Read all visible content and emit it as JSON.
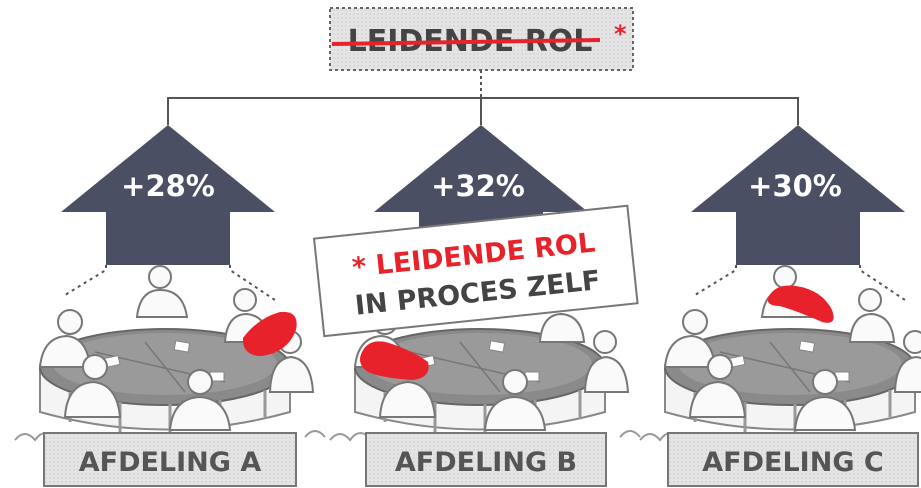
{
  "top_box": {
    "label": "LEIDENDE ROL",
    "marker": "*"
  },
  "note": {
    "line1": "* LEIDENDE ROL",
    "line2": "IN PROCES ZELF"
  },
  "departments": [
    {
      "arrow_label": "+28%",
      "name": "AFDELING A"
    },
    {
      "arrow_label": "+32%",
      "name": "AFDELING B"
    },
    {
      "arrow_label": "+30%",
      "name": "AFDELING C"
    }
  ],
  "colors": {
    "arrow": "#4a4f63",
    "highlight": "#e8222a",
    "line": "#555555",
    "label_bg": "#eeeeee",
    "sketch": "#777777"
  }
}
